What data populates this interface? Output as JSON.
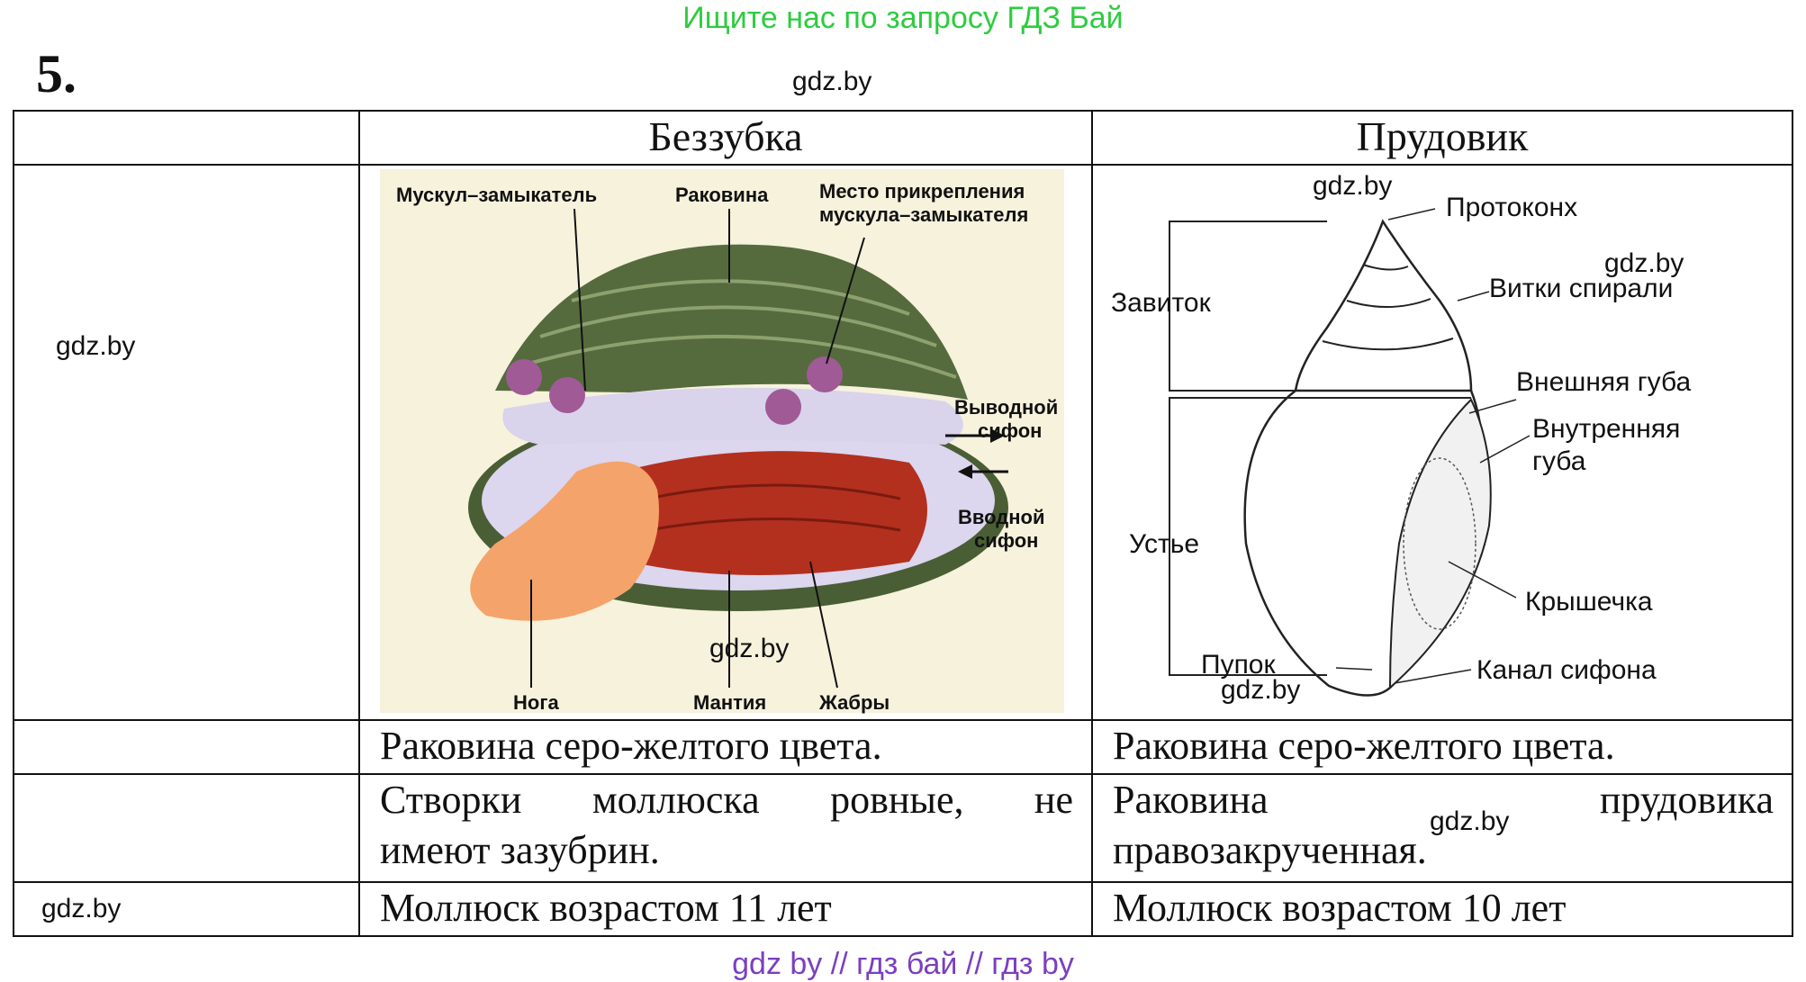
{
  "banner": "Ищите нас по запросу ГДЗ Бай",
  "task_number": "5.",
  "watermark": "gdz.by",
  "footer": "gdz by  //  гдз бай  //  гдз by",
  "table": {
    "headers": [
      "",
      "Беззубка",
      "Прудовик"
    ],
    "rows": [
      [
        "",
        "Раковина серо-желтого цвета.",
        "Раковина серо-желтого цвета."
      ],
      [
        "",
        "Створки моллюска ровные, не имеют зазубрин.",
        "Раковина прудовика правозакрученная."
      ],
      [
        "",
        "Моллюск возрастом 11 лет",
        "Моллюск возрастом 10 лет"
      ]
    ],
    "row2_col2_lines": [
      "Створки моллюска ровные, не",
      "имеют зазубрин."
    ],
    "row2_col3_lines": [
      "Раковина прудовика",
      "правозакрученная."
    ]
  },
  "bezzubka_labels": {
    "muscle": "Мускул–замыкатель",
    "shell": "Раковина",
    "attach1": "Место прикрепления",
    "attach2": "мускула–замыкателя",
    "outlet1": "Выводной",
    "outlet2": "сифон",
    "inlet1": "Вводной",
    "inlet2": "сифон",
    "foot": "Нога",
    "mantle": "Мантия",
    "gills": "Жабры"
  },
  "prudovik_labels": {
    "protoconch": "Протоконх",
    "spire_turns": "Витки спирали",
    "spire": "Завиток",
    "outer_lip": "Внешняя губа",
    "inner_lip1": "Внутренняя",
    "inner_lip2": "губа",
    "aperture": "Устье",
    "operculum": "Крышечка",
    "umbilicus": "Пупок",
    "siphon_canal": "Канал сифона"
  },
  "colors": {
    "banner": "#2ecc40",
    "footer": "#7b3fbf",
    "shell_green": "#556b3e",
    "mantle": "#d9d3ec",
    "gills": "#b3301e",
    "foot": "#f4a36a",
    "paper": "#f7f2dc"
  }
}
